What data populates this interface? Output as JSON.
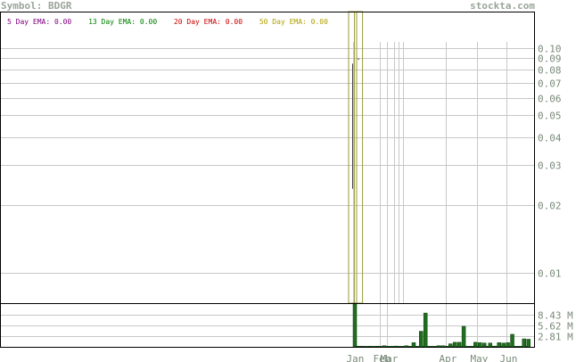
{
  "header": {
    "symbol_text": "Symbol: BDGR",
    "site": "stockta.com"
  },
  "colors": {
    "ema5": "#800080",
    "ema13": "#008000",
    "ema20": "#cc0000",
    "ema50": "#b0a000",
    "price_bar": "#9a9a3a",
    "volume_bar": "#1f6e1f",
    "grid": "#c8c8c8",
    "axis_text": "#7a8a7a"
  },
  "legend": [
    {
      "label": "5 Day EMA: 0.00",
      "color_key": "ema5"
    },
    {
      "label": "13 Day EMA: 0.00",
      "color_key": "ema13"
    },
    {
      "label": "20 Day EMA: 0.00",
      "color_key": "ema20"
    },
    {
      "label": "50 Day EMA: 0.00",
      "color_key": "ema50"
    }
  ],
  "chart_data": [
    {
      "type": "bar",
      "scale": "log",
      "y_ticks": [
        0.01,
        0.02,
        0.03,
        0.04,
        0.05,
        0.06,
        0.07,
        0.08,
        0.09,
        0.1
      ],
      "y_tick_labels": [
        "0.01",
        "0.02",
        "0.03",
        "0.04",
        "0.05",
        "0.06",
        "0.07",
        "0.08",
        "0.09",
        "0.10"
      ],
      "ylim": [
        0.0073,
        0.145
      ],
      "price_bars": [
        {
          "index": 0,
          "high": 0.145,
          "low": 0.0073,
          "open": 0.085,
          "close": 0.024
        },
        {
          "index": 1,
          "high": 0.145,
          "low": 0.0073,
          "open": 0.09,
          "close": 0.09
        }
      ],
      "grid": true
    },
    {
      "type": "bar",
      "x_labels": [
        {
          "label": "Jan",
          "index": 0
        },
        {
          "label": "Feb",
          "index": 18
        },
        {
          "label": "Mar",
          "index": 23
        },
        {
          "label": "Apr",
          "index": 63
        },
        {
          "label": "May",
          "index": 84
        },
        {
          "label": "Jun",
          "index": 104
        }
      ],
      "y_ticks": [
        2.81,
        5.62,
        8.43
      ],
      "y_tick_labels": [
        "2.81 M",
        "5.62 M",
        "8.43 M"
      ],
      "ylim": [
        0,
        11.5
      ],
      "units": "M",
      "volume": [
        {
          "index": 0,
          "value": 11.5
        },
        {
          "index": 2,
          "value": 0.1
        },
        {
          "index": 5,
          "value": 0.1
        },
        {
          "index": 10,
          "value": 0.1
        },
        {
          "index": 15,
          "value": 0.1
        },
        {
          "index": 20,
          "value": 0.3
        },
        {
          "index": 28,
          "value": 0.2
        },
        {
          "index": 35,
          "value": 0.3
        },
        {
          "index": 40,
          "value": 1.1
        },
        {
          "index": 45,
          "value": 4.1
        },
        {
          "index": 48,
          "value": 8.9
        },
        {
          "index": 57,
          "value": 0.3
        },
        {
          "index": 60,
          "value": 0.3
        },
        {
          "index": 65,
          "value": 0.8
        },
        {
          "index": 68,
          "value": 1.2
        },
        {
          "index": 71,
          "value": 1.2
        },
        {
          "index": 74,
          "value": 5.4
        },
        {
          "index": 82,
          "value": 1.2
        },
        {
          "index": 85,
          "value": 1.1
        },
        {
          "index": 88,
          "value": 1.0
        },
        {
          "index": 92,
          "value": 1.0
        },
        {
          "index": 95,
          "value": 0.2
        },
        {
          "index": 98,
          "value": 1.1
        },
        {
          "index": 101,
          "value": 1.0
        },
        {
          "index": 104,
          "value": 1.1
        },
        {
          "index": 107,
          "value": 3.3
        },
        {
          "index": 115,
          "value": 2.1
        },
        {
          "index": 118,
          "value": 2.0
        }
      ],
      "grid": true
    }
  ]
}
